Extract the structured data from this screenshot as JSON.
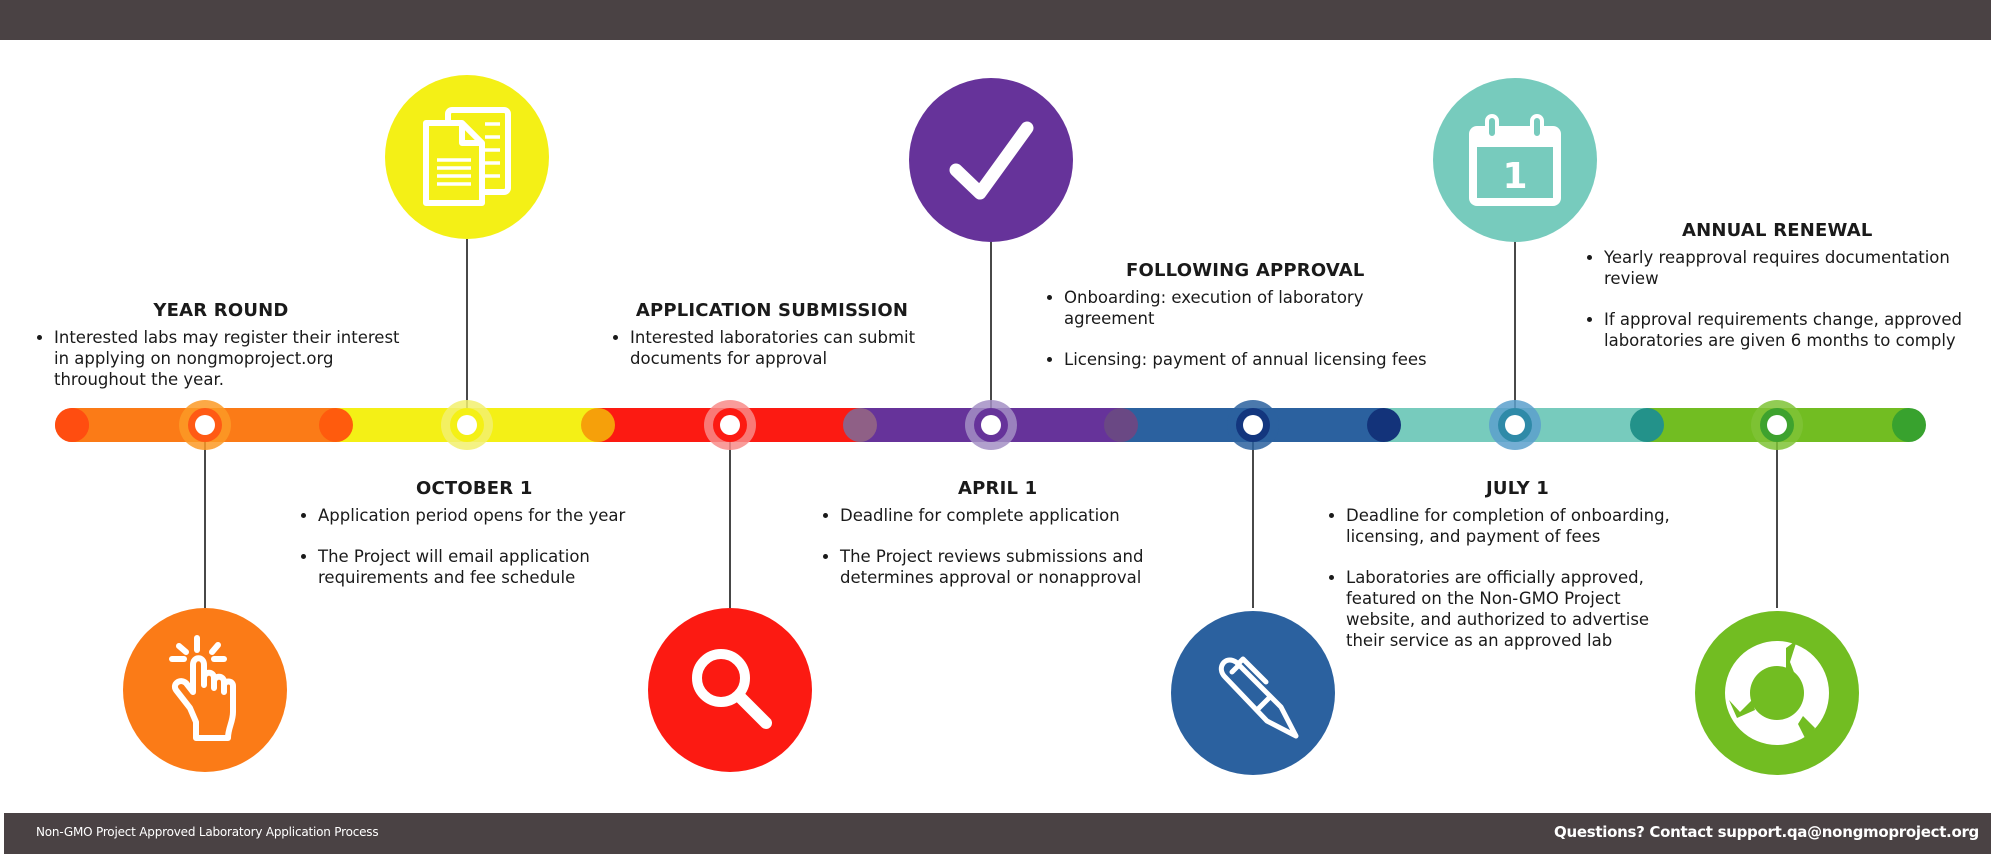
{
  "footer": {
    "left_text": "Non-GMO Project Approved Laboratory Application Process",
    "right_text": "Questions? Contact support.qa@nongmoproject.org"
  },
  "colors": {
    "bar_dark": "#4a4244",
    "orange": "#fb7b17",
    "yellow": "#f4f016",
    "red": "#fc1a12",
    "purple": "#66339a",
    "blue": "#2b619f",
    "teal": "#77cbbd",
    "green": "#72bd22"
  },
  "timeline": {
    "segments": [
      {
        "name": "orange",
        "color": "#fb7b17",
        "start_joint": "#ff4d10"
      },
      {
        "name": "yellow",
        "color": "#f4f016",
        "start_joint": "#ff5b0d"
      },
      {
        "name": "red",
        "color": "#fc1a12",
        "start_joint": "#f6a00a"
      },
      {
        "name": "purple",
        "color": "#66339a",
        "start_joint": "#8f6086"
      },
      {
        "name": "blue",
        "color": "#2b619f",
        "start_joint": "#6a4884"
      },
      {
        "name": "teal",
        "color": "#77cbbd",
        "start_joint": "#13337a"
      },
      {
        "name": "green",
        "color": "#72bd22",
        "start_joint": "#23928a"
      }
    ],
    "end_joint": "#38a22e",
    "nodes": [
      {
        "id": "year-round",
        "ring": "#ff5a14",
        "halo": "#fb9a26",
        "side": "bottom",
        "icon": "hand-click-icon",
        "circle": "#fb7b17"
      },
      {
        "id": "october-1",
        "ring": "#f4f016",
        "halo": "#f2f06f",
        "side": "top",
        "icon": "documents-icon",
        "circle": "#f4f016"
      },
      {
        "id": "application-submission",
        "ring": "#fc1a12",
        "halo": "#f88b88",
        "side": "bottom",
        "icon": "magnifier-icon",
        "circle": "#fc1a12"
      },
      {
        "id": "april-1",
        "ring": "#66339a",
        "halo": "#a38fc4",
        "side": "top",
        "icon": "checkmark-icon",
        "circle": "#66339a"
      },
      {
        "id": "following-approval",
        "ring": "#13367e",
        "halo": "#2b619f",
        "side": "bottom",
        "icon": "pen-icon",
        "circle": "#2b619f"
      },
      {
        "id": "july-1",
        "ring": "#2f8aa8",
        "halo": "#5ca0cd",
        "side": "top",
        "icon": "calendar-icon",
        "circle": "#77cbbd"
      },
      {
        "id": "annual-renewal",
        "ring": "#3ea22e",
        "halo": "#7fc336",
        "side": "bottom",
        "icon": "renewal-cycle-icon",
        "circle": "#72bd22"
      }
    ]
  },
  "icons": {
    "calendar_day": "1"
  },
  "steps": {
    "year_round": {
      "title": "YEAR ROUND",
      "bullets": [
        "Interested labs may register their interest in applying on nongmoproject.org throughout the year."
      ]
    },
    "october_1": {
      "title": "OCTOBER 1",
      "bullets": [
        "Application period opens for the year",
        "The Project will email application requirements and fee schedule"
      ]
    },
    "application_submission": {
      "title": "APPLICATION SUBMISSION",
      "bullets": [
        "Interested laboratories can submit documents for approval"
      ]
    },
    "april_1": {
      "title": "APRIL 1",
      "bullets": [
        "Deadline for complete application",
        "The Project reviews submissions and determines approval or nonapproval"
      ]
    },
    "following_approval": {
      "title": "FOLLOWING APPROVAL",
      "bullets": [
        "Onboarding: execution of laboratory agreement",
        "Licensing: payment of annual licensing fees"
      ]
    },
    "july_1": {
      "title": "JULY 1",
      "bullets": [
        "Deadline for completion of onboarding, licensing, and payment of fees",
        "Laboratories are officially approved, featured on the Non-GMO Project website, and authorized to advertise their service as an approved lab"
      ]
    },
    "annual_renewal": {
      "title": "ANNUAL RENEWAL",
      "bullets": [
        "Yearly reapproval requires documentation review",
        "If approval requirements change, approved laboratories are given 6 months to comply"
      ]
    }
  }
}
